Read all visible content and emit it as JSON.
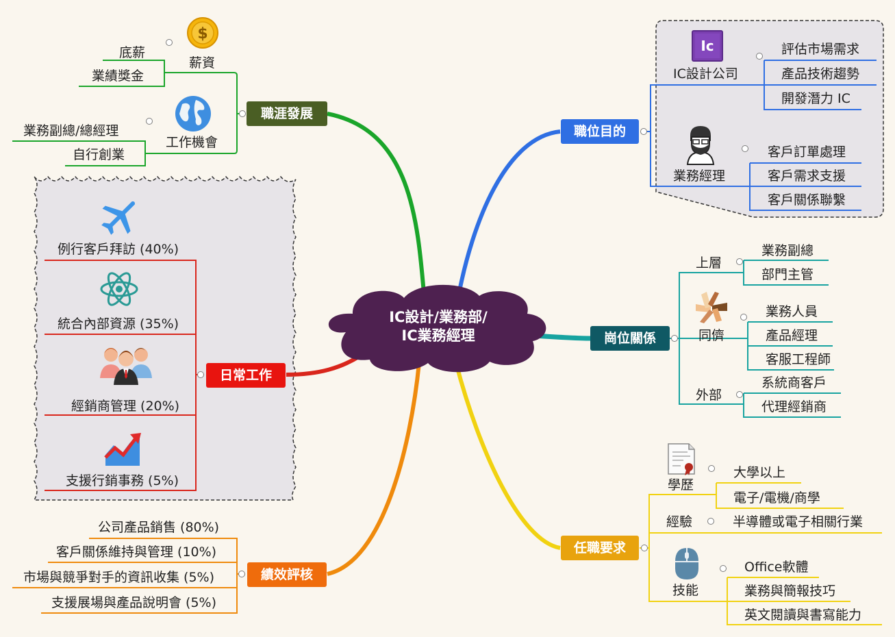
{
  "center": {
    "line1": "IC設計/業務部/",
    "line2": "IC業務經理"
  },
  "career": {
    "title": "職涯發展",
    "salary": {
      "label": "薪資",
      "items": [
        "底薪",
        "業績獎金"
      ]
    },
    "opportunity": {
      "label": "工作機會",
      "items": [
        "業務副總/總經理",
        "自行創業"
      ]
    }
  },
  "daily": {
    "title": "日常工作",
    "items": [
      "例行客戶拜訪 (40%)",
      "統合內部資源 (35%)",
      "經銷商管理 (20%)",
      "支援行銷事務 (5%)"
    ]
  },
  "kpi": {
    "title": "績效評核",
    "items": [
      "公司產品銷售 (80%)",
      "客戶關係維持與管理 (10%)",
      "市場與競爭對手的資訊收集 (5%)",
      "支援展場與產品說明會 (5%)"
    ]
  },
  "purpose": {
    "title": "職位目的",
    "company": {
      "label": "IC設計公司",
      "items": [
        "評估市場需求",
        "產品技術趨勢",
        "開發潛力 IC"
      ]
    },
    "manager": {
      "label": "業務經理",
      "items": [
        "客戶訂單處理",
        "客戶需求支援",
        "客戶關係聯繫"
      ]
    }
  },
  "relations": {
    "title": "崗位關係",
    "upper": {
      "label": "上層",
      "items": [
        "業務副總",
        "部門主管"
      ]
    },
    "peer": {
      "label": "同儕",
      "items": [
        "業務人員",
        "產品經理",
        "客服工程師"
      ]
    },
    "external": {
      "label": "外部",
      "items": [
        "系統商客戶",
        "代理經銷商"
      ]
    }
  },
  "requirements": {
    "title": "任職要求",
    "education": {
      "label": "學歷",
      "items": [
        "大學以上",
        "電子/電機/商學"
      ]
    },
    "experience": {
      "label": "經驗",
      "items": [
        "半導體或電子相關行業"
      ]
    },
    "skills": {
      "label": "技能",
      "items": [
        "Office軟體",
        "業務與簡報技巧",
        "英文閱讀與書寫能力"
      ]
    }
  },
  "icon_labels": {
    "ic": "Ic",
    "dollar": "$"
  },
  "colors": {
    "center": "#4e2150",
    "career": "#4a5e24",
    "daily": "#e8140f",
    "kpi": "#ef6c0c",
    "purpose": "#2f6fe3",
    "relations": "#0f5964",
    "requirements": "#e8a30e",
    "green": "#1aa52a",
    "red": "#d9261c",
    "orange": "#ef8a0c",
    "blue": "#2f6fe3",
    "teal": "#17a3a0",
    "yellow": "#f1d211"
  }
}
